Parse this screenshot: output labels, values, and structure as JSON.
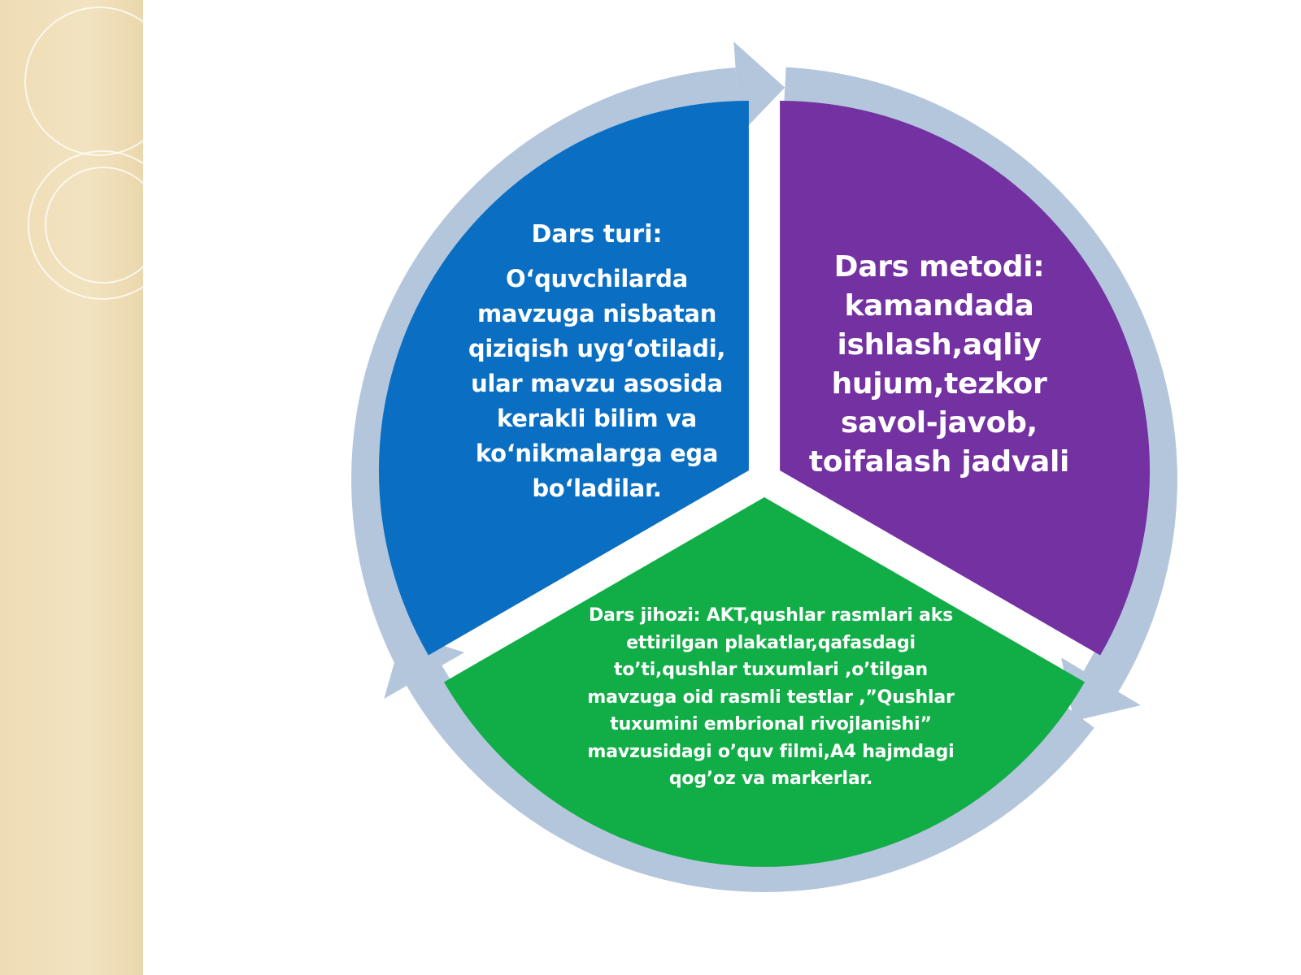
{
  "colors": {
    "blue": "#0a6fc2",
    "purple": "#7331a1",
    "green": "#11ad47",
    "ring": "#b4c6dc",
    "side_panel": "#f0e0bc"
  },
  "segments": {
    "blue": {
      "title": "Dars turi:",
      "body": "O‘quvchilarda mavzuga nisbatan qiziqish uyg‘otiladi, ular mavzu asosida kerakli bilim va ko‘nikmalarga ega bo‘ladilar."
    },
    "purple": {
      "body": "Dars metodi: kamandada ishlash,aqliy hujum,tezkor savol-javob, toifalash jadvali"
    },
    "green": {
      "body": "Dars jihozi:  AKT,qushlar rasmlari aks ettirilgan plakatlar,qafasdagi to’ti,qushlar tuxumlari ,o’tilgan mavzuga oid rasmli testlar ,”Qushlar tuxumini embrional rivojlanishi” mavzusidagi o’quv filmi,A4 hajmdagi qog’oz va markerlar."
    }
  }
}
